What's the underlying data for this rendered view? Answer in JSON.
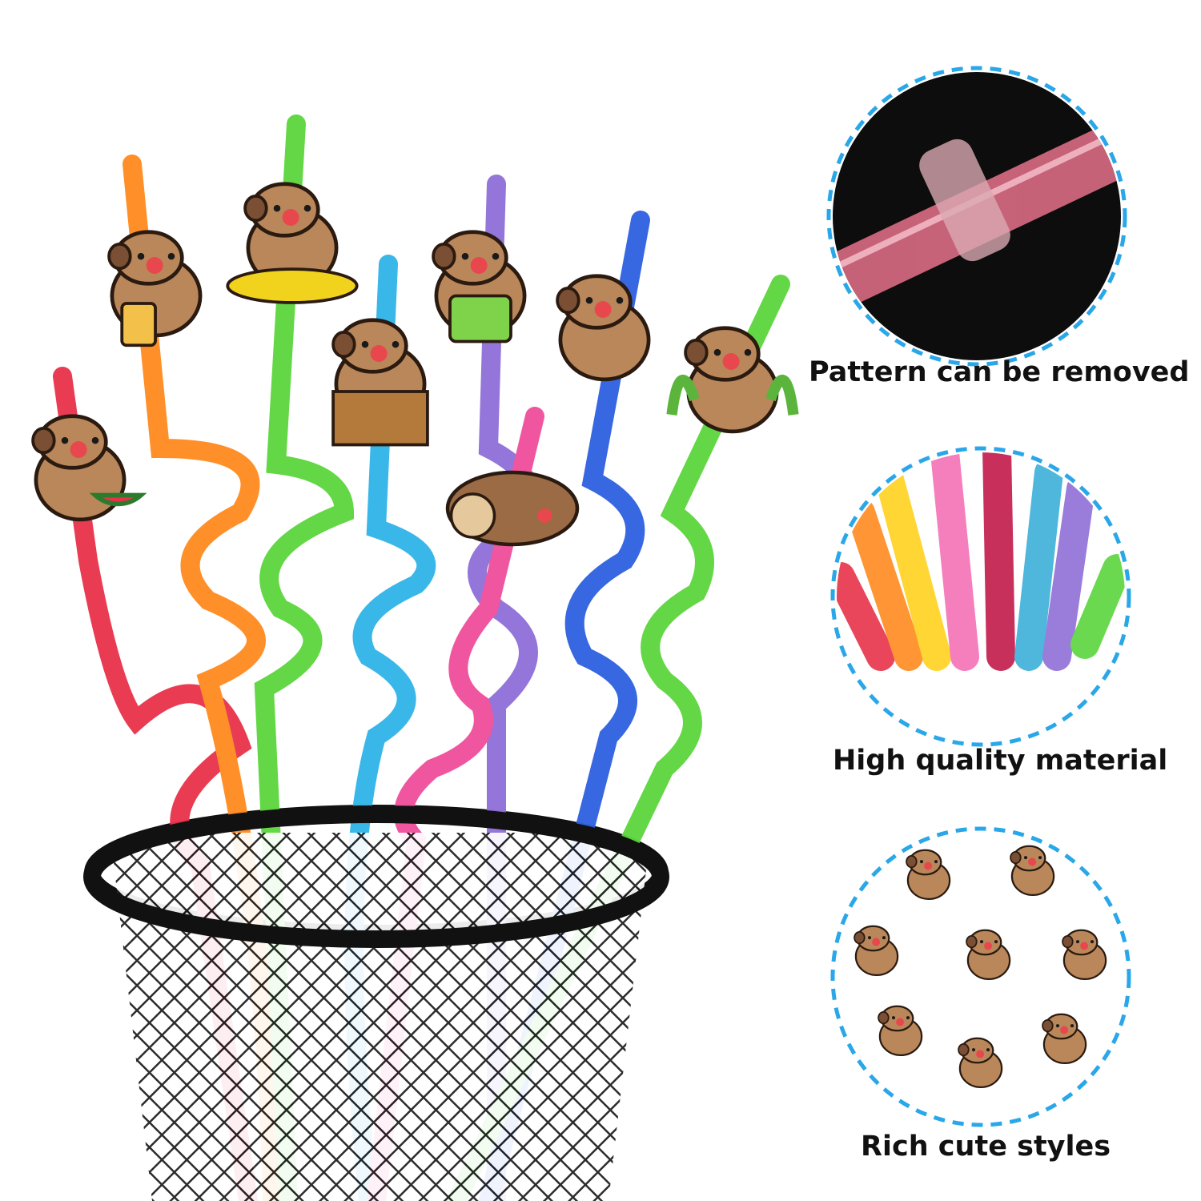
{
  "captions": {
    "removable": "Pattern can be removed",
    "material": "High quality material",
    "styles": "Rich cute styles"
  },
  "colors": {
    "dash_ring": "#2aa7e8",
    "basket": "#111111",
    "straw_red": "#e8324a",
    "straw_orange": "#ff8a1e",
    "straw_yellow": "#ffd21e",
    "straw_green": "#5bd53c",
    "straw_cyan": "#2fb4e8",
    "straw_purple": "#8f6ed8",
    "straw_pink": "#f04e9a",
    "straw_blue": "#2d5fe0",
    "capybara": "#b9875a"
  },
  "icons": {
    "product": "capybara-straw-toppers",
    "holder": "mesh-pencil-cup"
  }
}
